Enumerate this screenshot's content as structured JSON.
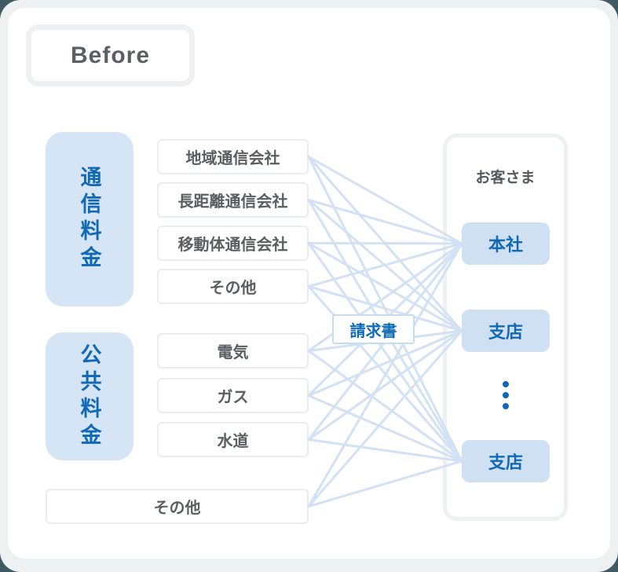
{
  "badge": {
    "label": "Before"
  },
  "colors": {
    "page_bg": "#405a63",
    "panel_bg": "#eef1f2",
    "card_bg": "#ffffff",
    "accent_blue": "#1168b4",
    "light_blue_fill": "#d6e5f6",
    "node_blue_fill": "#cfe0f3",
    "line_blue": "#d2e1f4",
    "text_gray": "#5a5e61"
  },
  "categories": [
    {
      "id": "telecom",
      "label": "通信料金"
    },
    {
      "id": "utility",
      "label": "公共料金"
    }
  ],
  "providers": [
    {
      "id": "regional-telecom",
      "label": "地域通信会社"
    },
    {
      "id": "long-distance-telecom",
      "label": "長距離通信会社"
    },
    {
      "id": "mobile-telecom",
      "label": "移動体通信会社"
    },
    {
      "id": "telecom-other",
      "label": "その他"
    },
    {
      "id": "electricity",
      "label": "電気"
    },
    {
      "id": "gas",
      "label": "ガス"
    },
    {
      "id": "water",
      "label": "水道"
    },
    {
      "id": "other",
      "label": "その他"
    }
  ],
  "customer": {
    "title": "お客さま",
    "nodes": [
      {
        "id": "head-office",
        "label": "本社"
      },
      {
        "id": "branch-1",
        "label": "支店"
      },
      {
        "id": "branch-2",
        "label": "支店"
      }
    ]
  },
  "invoice": {
    "label": "請求書"
  },
  "connections": {
    "type": "all-to-all"
  }
}
